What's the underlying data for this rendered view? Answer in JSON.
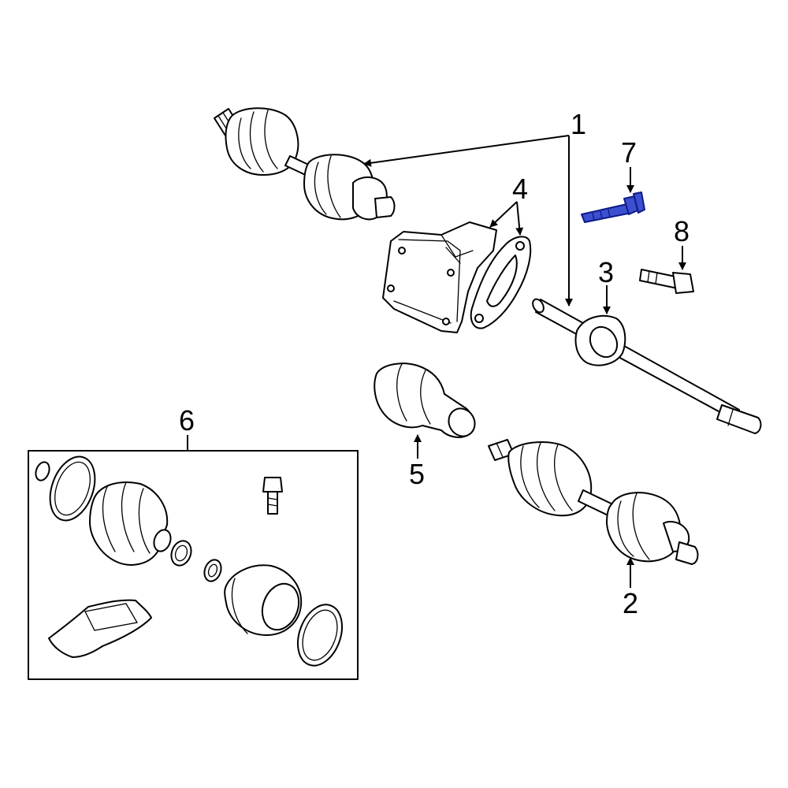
{
  "callouts": {
    "c1": "1",
    "c2": "2",
    "c3": "3",
    "c4": "4",
    "c5": "5",
    "c6": "6",
    "c7": "7",
    "c8": "8"
  },
  "colors": {
    "line": "#000000",
    "background": "#ffffff",
    "highlight_fill": "#3b4fd0",
    "highlight_stroke": "#0e1a86"
  },
  "highlighted_part": "7"
}
